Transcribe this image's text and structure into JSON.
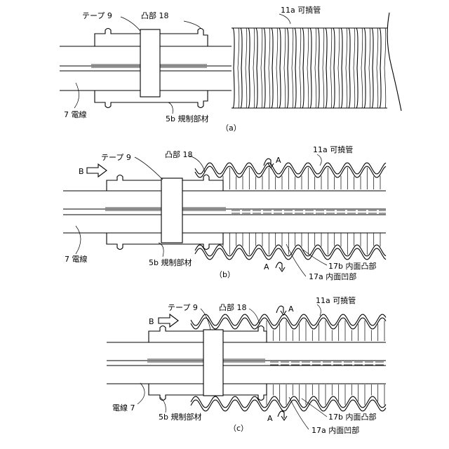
{
  "figure_a": {
    "label": "（a）",
    "tape": "テープ 9",
    "projection": "凸部 18",
    "pipe": "11a 可撓管",
    "wire": "7 電線",
    "restrict": "5b 規制部材"
  },
  "figure_b": {
    "label": "（b）",
    "tape": "テープ 9",
    "projection": "凸部 18",
    "pipe": "11a 可撓管",
    "wire": "7 電線",
    "restrict": "5b 規制部材",
    "inner_convex": "17b 内面凸部",
    "inner_concave": "17a 内面凹部",
    "arrow_a_top": "A",
    "arrow_a_bottom": "A",
    "arrow_b": "B"
  },
  "figure_c": {
    "label": "（c）",
    "tape": "テープ 9",
    "projection": "凸部 18",
    "pipe": "11a 可撓管",
    "wire": "電線 7",
    "restrict": "5b 規制部材",
    "inner_convex": "17b 内面凸部",
    "inner_concave": "17a 内面凹部",
    "arrow_a_top": "A",
    "arrow_a_bottom": "A",
    "arrow_b": "B"
  }
}
